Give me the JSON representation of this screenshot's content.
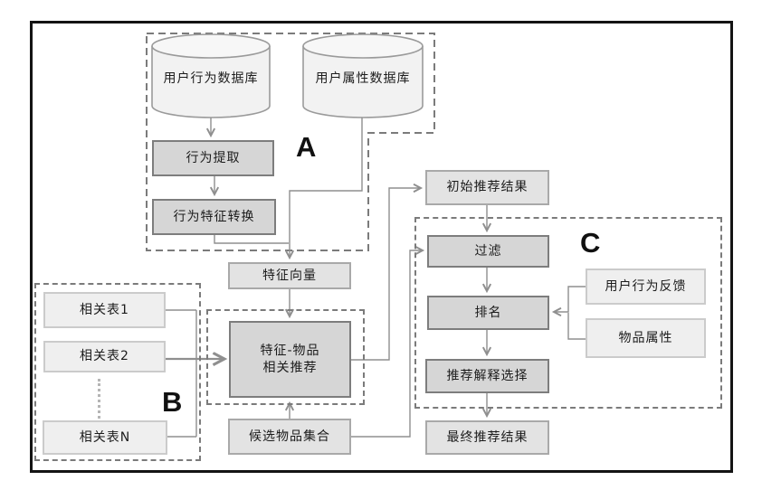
{
  "diagram": {
    "title": "recommendation-pipeline-flowchart",
    "zones": {
      "a": "A",
      "b": "B",
      "c": "C"
    },
    "nodes": {
      "user_behavior_db": "用户行为数据库",
      "user_attribute_db": "用户属性数据库",
      "behavior_extraction": "行为提取",
      "behavior_feature_transform": "行为特征转换",
      "feature_vector": "特征向量",
      "related_table_1": "相关表1",
      "related_table_2": "相关表2",
      "related_table_n": "相关表N",
      "feature_item_line1": "特征-物品",
      "feature_item_line2": "相关推荐",
      "candidate_item_set": "候选物品集合",
      "initial_results": "初始推荐结果",
      "filter": "过滤",
      "ranking": "排名",
      "user_behavior_feedback": "用户行为反馈",
      "item_attributes": "物品属性",
      "explanation_selection": "推荐解释选择",
      "final_results": "最终推荐结果"
    },
    "colors": {
      "frame": "#141414",
      "process_box_fill": "#d6d6d6",
      "process_box_border": "#7d7d7d",
      "result_box_fill": "#e3e3e3",
      "result_box_border": "#a9a9a9",
      "input_box_fill": "#efefef",
      "input_box_border": "#cbcbcb",
      "cylinder_fill": "#f2f2f2",
      "cylinder_border": "#9a9a9a",
      "connector": "#8f8f8f",
      "dashed_border": "#7b7b7b"
    }
  }
}
